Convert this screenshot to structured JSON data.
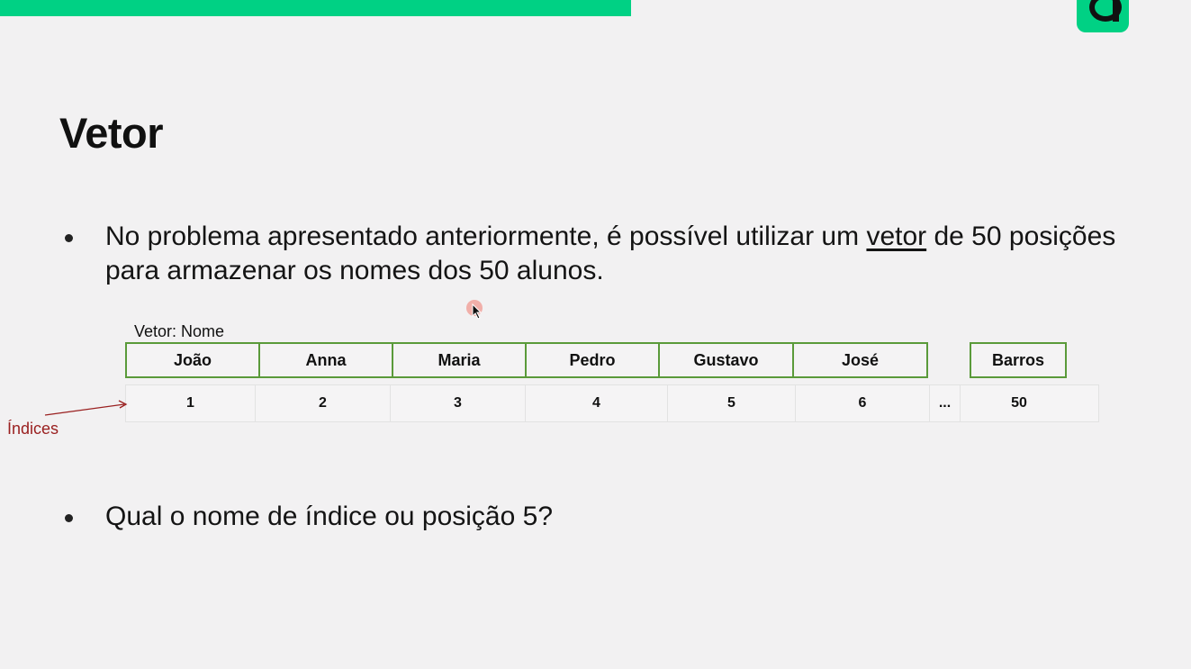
{
  "video": {
    "progress_percent": 53,
    "accent_color": "#00d184"
  },
  "brand": {
    "logo_icon": "brand-logo-icon"
  },
  "slide": {
    "title": "Vetor",
    "bullet1_part1": "No problema apresentado anteriormente, é possível utilizar um ",
    "bullet1_underlined": "vetor",
    "bullet1_part2": " de 50 posições para armazenar os nomes dos 50 alunos.",
    "vector_label": "Vetor: Nome",
    "names": [
      "João",
      "Anna",
      "Maria",
      "Pedro",
      "Gustavo",
      "José"
    ],
    "last_name": "Barros",
    "indices": [
      "1",
      "2",
      "3",
      "4",
      "5",
      "6"
    ],
    "ellipsis": "...",
    "last_index": "50",
    "indices_label": "Índices",
    "bullet2": "Qual o nome de índice ou posição 5?"
  }
}
